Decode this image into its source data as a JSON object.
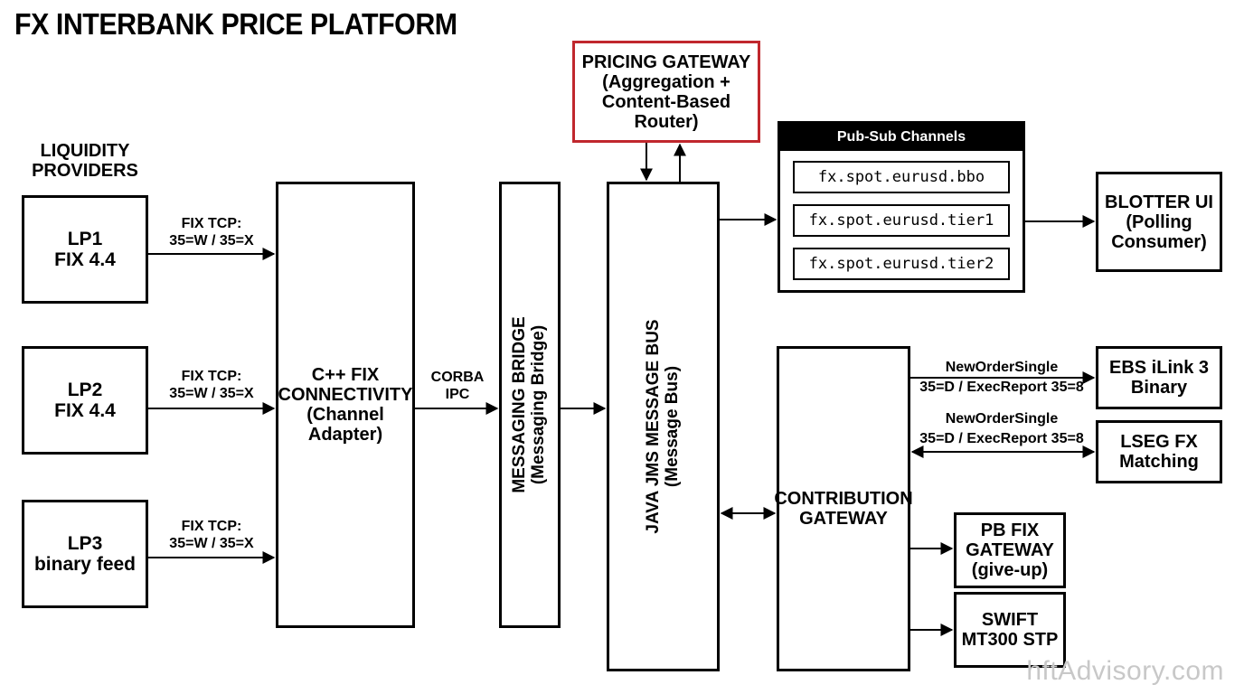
{
  "title": "FX INTERBANK PRICE PLATFORM",
  "liquidity_providers": {
    "line1": "LIQUIDITY",
    "line2": "PROVIDERS"
  },
  "lp_boxes": [
    {
      "line1": "LP1",
      "line2": "FIX 4.4"
    },
    {
      "line1": "LP2",
      "line2": "FIX 4.4"
    },
    {
      "line1": "LP3",
      "line2": "binary feed"
    }
  ],
  "fix_tcp_labels": [
    {
      "line1": "FIX TCP:",
      "line2": "35=W / 35=X"
    },
    {
      "line1": "FIX TCP:",
      "line2": "35=W / 35=X"
    },
    {
      "line1": "FIX TCP:",
      "line2": "35=W / 35=X"
    }
  ],
  "cpp_fix": {
    "line1": "C++ FIX",
    "line2": "CONNECTIVITY",
    "line3": "(Channel",
    "line4": "Adapter)"
  },
  "corba": {
    "line1": "CORBA",
    "line2": "IPC"
  },
  "messaging_bridge": {
    "line1": "MESSAGING BRIDGE",
    "line2": "(Messaging Bridge)"
  },
  "jms_bus": {
    "line1": "JAVA JMS MESSAGE BUS",
    "line2": "(Message Bus)"
  },
  "pricing_gateway": {
    "line1": "PRICING GATEWAY",
    "line2": "(Aggregation +",
    "line3": "Content-Based",
    "line4": "Router)",
    "border_color": "#c0272d"
  },
  "pubsub": {
    "header": "Pub-Sub Channels",
    "channels": [
      "fx.spot.eurusd.bbo",
      "fx.spot.eurusd.tier1",
      "fx.spot.eurusd.tier2"
    ]
  },
  "blotter": {
    "line1": "BLOTTER UI",
    "line2": "(Polling",
    "line3": "Consumer)"
  },
  "contribution_gateway": {
    "line1": "CONTRIBUTION",
    "line2": "GATEWAY"
  },
  "order_labels": [
    {
      "line1": "NewOrderSingle",
      "line2": "35=D / ExecReport 35=8"
    },
    {
      "line1": "NewOrderSingle",
      "line2": "35=D / ExecReport 35=8"
    }
  ],
  "ebs": {
    "line1": "EBS iLink 3",
    "line2": "Binary"
  },
  "lseg": {
    "line1": "LSEG FX",
    "line2": "Matching"
  },
  "pb_fix": {
    "line1": "PB FIX",
    "line2": "GATEWAY",
    "line3": "(give-up)"
  },
  "swift": {
    "line1": "SWIFT",
    "line2": "MT300 STP"
  },
  "watermark": "hftAdvisory.com"
}
